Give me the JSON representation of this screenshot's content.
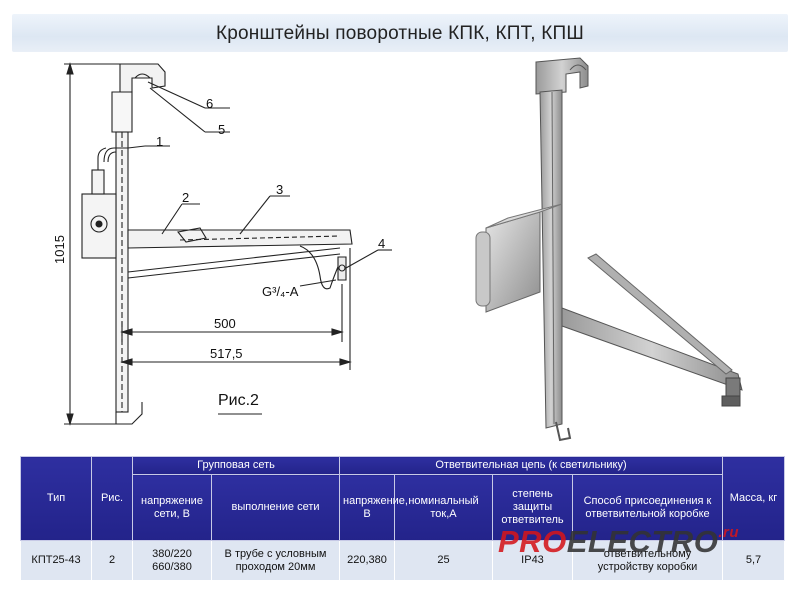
{
  "header": {
    "title": "Кронштейны поворотные КПК, КПТ, КПШ"
  },
  "drawing": {
    "callouts": [
      "6",
      "5",
      "1",
      "2",
      "3",
      "4"
    ],
    "height_dim": "1015",
    "thread_label": "G³/₄-A",
    "dim_500": "500",
    "dim_517": "517,5",
    "figure_label": "Рис.2"
  },
  "table": {
    "col_type": "Тип",
    "col_fig": "Рис.",
    "group_net": "Групповая сеть",
    "branch_net": "Ответвительная цепь (к светильнику)",
    "col_mass": "Масса, кг",
    "sub_voltage": "напряжение сети, В",
    "sub_execution": "выполнение сети",
    "sub_branch_voltage": "напряжение, В",
    "sub_current": "номинальный ток,А",
    "sub_protection": "степень защиты ответвитель",
    "sub_connection": "Способ присоединения к ответвительной коробке",
    "row": {
      "type": "КПТ25-43",
      "fig": "2",
      "voltage": "380/220 660/380",
      "execution": "В трубе с условным проходом 20мм",
      "branch_voltage": "220,380",
      "current": "25",
      "protection": "IP43",
      "connection": "ответвительному устройству коробки",
      "mass": "5,7"
    }
  },
  "watermark": {
    "part1": "PRO",
    "part2": "ELECTRO",
    "part3": ".ru"
  }
}
